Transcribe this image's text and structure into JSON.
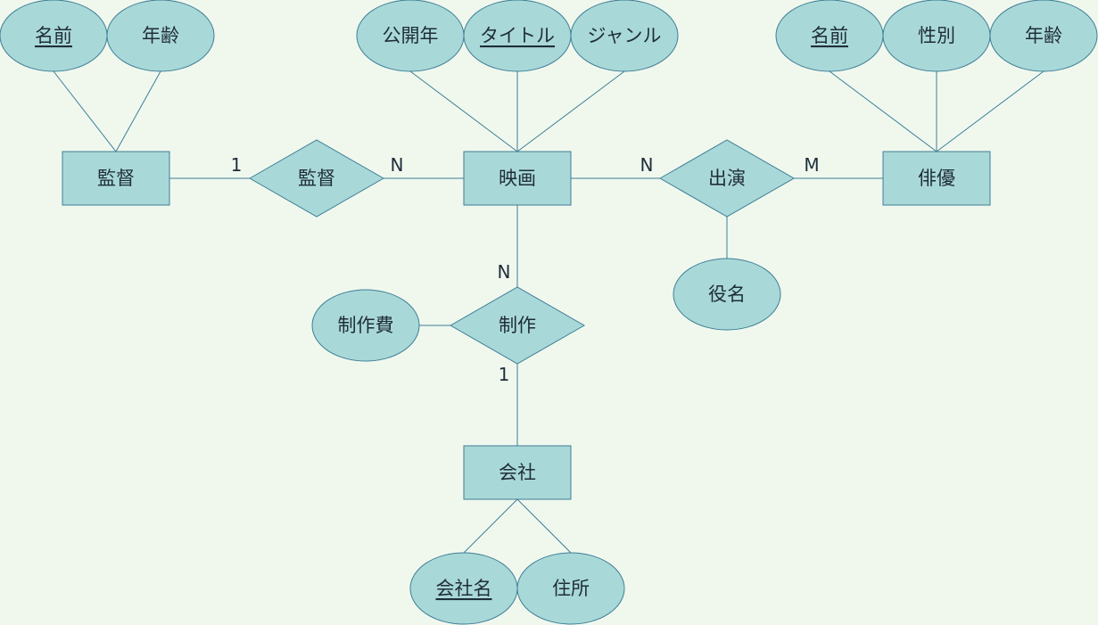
{
  "entities": {
    "director": "監督",
    "movie": "映画",
    "actor": "俳優",
    "company": "会社"
  },
  "relationships": {
    "directs": "監督",
    "appears": "出演",
    "produces": "制作"
  },
  "attributes": {
    "director_name": "名前",
    "director_age": "年齢",
    "movie_release_year": "公開年",
    "movie_title": "タイトル",
    "movie_genre": "ジャンル",
    "actor_name": "名前",
    "actor_gender": "性別",
    "actor_age": "年齢",
    "role_name": "役名",
    "production_cost": "制作費",
    "company_name": "会社名",
    "company_address": "住所"
  },
  "cardinalities": {
    "director_side": "1",
    "movie_director_side": "N",
    "movie_appears_side": "N",
    "actor_side": "M",
    "movie_produces_side": "N",
    "company_side": "1"
  },
  "colors": {
    "background": "#F0F8EE",
    "fill": "#A9D8D8",
    "stroke": "#3E7E96",
    "text": "#1F2D3A"
  }
}
